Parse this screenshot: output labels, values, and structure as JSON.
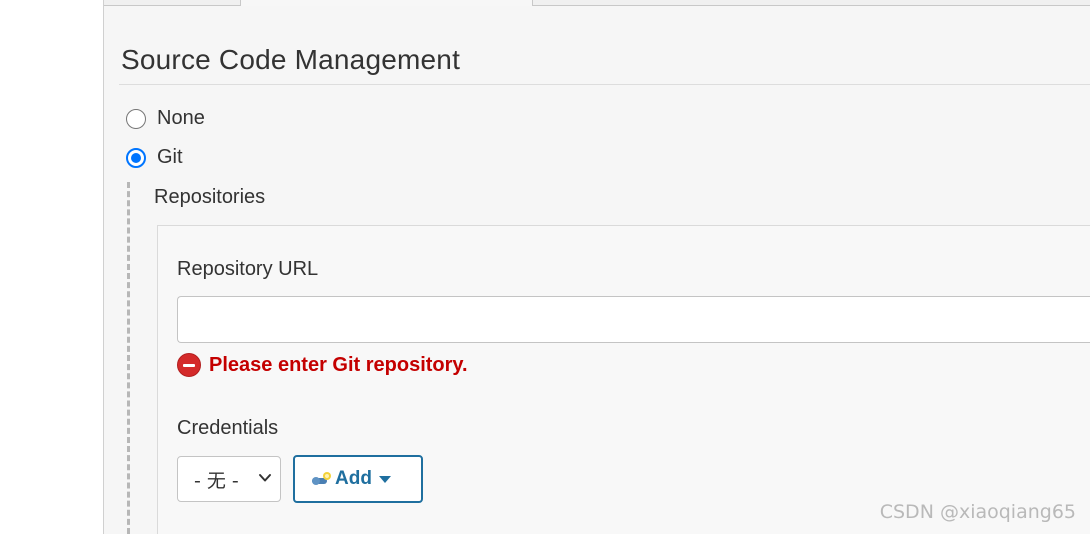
{
  "section": {
    "title": "Source Code Management"
  },
  "scm_options": [
    {
      "label": "None",
      "selected": false
    },
    {
      "label": "Git",
      "selected": true
    }
  ],
  "git": {
    "repositories_label": "Repositories",
    "repository_url": {
      "label": "Repository URL",
      "value": "",
      "error": "Please enter Git repository."
    },
    "credentials": {
      "label": "Credentials",
      "selected": "- 无 -",
      "add_label": "Add"
    }
  },
  "watermark": "CSDN @xiaoqiang65",
  "colors": {
    "radio_checked": "#0075ff",
    "error": "#c40000",
    "add_button": "#1f6f9f"
  },
  "icons": {
    "error": "no-entry-icon",
    "credentials_add": "key-icon",
    "add_dropdown": "caret-down-icon",
    "select_dropdown": "chevron-down-icon"
  }
}
